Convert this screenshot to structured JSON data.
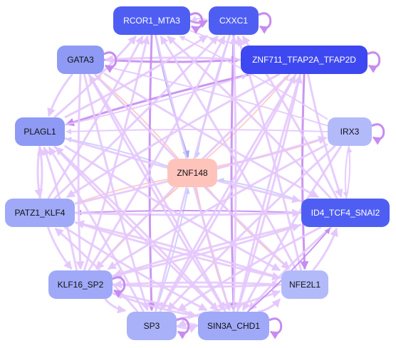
{
  "colors": {
    "edge_strong": "#c78bf0",
    "edge_light": "#e4c8fc",
    "edge_blue": "#9aa8f5",
    "edge_pale_blue": "#c6cdfa",
    "edge_peach": "#ffc8c4",
    "edge_orange": "#fdbfa8",
    "text_dark": "#111111",
    "text_light": "#ffffff"
  },
  "nodes": [
    {
      "id": "RCOR1_MTA3",
      "label": "RCOR1_MTA3",
      "fill": "#4f5ef2",
      "text": "light"
    },
    {
      "id": "CXXC1",
      "label": "CXXC1",
      "fill": "#4f5ef2",
      "text": "light"
    },
    {
      "id": "GATA3",
      "label": "GATA3",
      "fill": "#8f9af5",
      "text": "dark"
    },
    {
      "id": "ZNF711",
      "label": "ZNF711_TFAP2A_TFAP2D",
      "fill": "#3e48f0",
      "text": "light"
    },
    {
      "id": "PLAGL1",
      "label": "PLAGL1",
      "fill": "#8f9af5",
      "text": "dark"
    },
    {
      "id": "IRX3",
      "label": "IRX3",
      "fill": "#b3baf9",
      "text": "dark"
    },
    {
      "id": "ZNF148",
      "label": "ZNF148",
      "fill": "#fec4bc",
      "text": "dark"
    },
    {
      "id": "PATZ1_KLF4",
      "label": "PATZ1_KLF4",
      "fill": "#a0a9f7",
      "text": "dark"
    },
    {
      "id": "ID4",
      "label": "ID4_TCF4_SNAI2",
      "fill": "#4f5ef2",
      "text": "light"
    },
    {
      "id": "KLF16_SP2",
      "label": "KLF16_SP2",
      "fill": "#a0a9f7",
      "text": "dark"
    },
    {
      "id": "NFE2L1",
      "label": "NFE2L1",
      "fill": "#b3baf9",
      "text": "dark"
    },
    {
      "id": "SP3",
      "label": "SP3",
      "fill": "#a9b1f8",
      "text": "dark"
    },
    {
      "id": "SIN3A_CHD1",
      "label": "SIN3A_CHD1",
      "fill": "#a0a9f7",
      "text": "dark"
    }
  ],
  "edges": [
    {
      "from": "RCOR1_MTA3",
      "to": "ZNF148",
      "color": "edge_blue",
      "w": 2.5
    },
    {
      "from": "CXXC1",
      "to": "ZNF148",
      "color": "edge_pale_blue",
      "w": 2
    },
    {
      "from": "ZNF148",
      "to": "GATA3",
      "color": "edge_peach",
      "w": 2
    },
    {
      "from": "ZNF148",
      "to": "ZNF711",
      "color": "edge_peach",
      "w": 2
    },
    {
      "from": "ZNF148",
      "to": "PLAGL1",
      "color": "edge_pale_blue",
      "w": 2
    },
    {
      "from": "ZNF148",
      "to": "IRX3",
      "color": "edge_peach",
      "w": 2.5
    },
    {
      "from": "ZNF148",
      "to": "PATZ1_KLF4",
      "color": "edge_peach",
      "w": 2
    },
    {
      "from": "ID4",
      "to": "ZNF148",
      "color": "edge_pale_blue",
      "w": 2
    },
    {
      "from": "ZNF148",
      "to": "KLF16_SP2",
      "color": "edge_orange",
      "w": 2
    },
    {
      "from": "ZNF148",
      "to": "NFE2L1",
      "color": "edge_orange",
      "w": 2
    },
    {
      "from": "SP3",
      "to": "ZNF148",
      "color": "edge_pale_blue",
      "w": 2
    },
    {
      "from": "ZNF148",
      "to": "SIN3A_CHD1",
      "color": "edge_orange",
      "w": 2
    },
    {
      "from": "RCOR1_MTA3",
      "to": "CXXC1",
      "color": "edge_strong",
      "w": 3
    },
    {
      "from": "CXXC1",
      "to": "RCOR1_MTA3",
      "color": "edge_light",
      "w": 2
    },
    {
      "from": "GATA3",
      "to": "ZNF711",
      "color": "edge_strong",
      "w": 3
    },
    {
      "from": "ZNF711",
      "to": "GATA3",
      "color": "edge_light",
      "w": 3
    },
    {
      "from": "RCOR1_MTA3",
      "to": "ZNF711",
      "color": "edge_light",
      "w": 2
    },
    {
      "from": "ZNF711",
      "to": "PLAGL1",
      "color": "edge_strong",
      "w": 3
    },
    {
      "from": "PLAGL1",
      "to": "ZNF711",
      "color": "edge_light",
      "w": 2
    },
    {
      "from": "ID4",
      "to": "PATZ1_KLF4",
      "color": "edge_strong",
      "w": 2
    },
    {
      "from": "PATZ1_KLF4",
      "to": "ID4",
      "color": "edge_light",
      "w": 3
    },
    {
      "from": "ID4",
      "to": "IRX3",
      "color": "edge_light",
      "w": 2
    },
    {
      "from": "IRX3",
      "to": "ID4",
      "color": "edge_light",
      "w": 2
    },
    {
      "from": "GATA3",
      "to": "PLAGL1",
      "color": "edge_light",
      "w": 3
    },
    {
      "from": "PLAGL1",
      "to": "PATZ1_KLF4",
      "color": "edge_light",
      "w": 3
    },
    {
      "from": "PATZ1_KLF4",
      "to": "PLAGL1",
      "color": "edge_light",
      "w": 3
    },
    {
      "from": "PATZ1_KLF4",
      "to": "KLF16_SP2",
      "color": "edge_light",
      "w": 3
    },
    {
      "from": "KLF16_SP2",
      "to": "SP3",
      "color": "edge_light",
      "w": 3
    },
    {
      "from": "SP3",
      "to": "SIN3A_CHD1",
      "color": "edge_light",
      "w": 3
    },
    {
      "from": "SIN3A_CHD1",
      "to": "SP3",
      "color": "edge_light",
      "w": 3
    },
    {
      "from": "SIN3A_CHD1",
      "to": "NFE2L1",
      "color": "edge_light",
      "w": 3
    },
    {
      "from": "NFE2L1",
      "to": "ID4",
      "color": "edge_light",
      "w": 3
    },
    {
      "from": "RCOR1_MTA3",
      "to": "SP3",
      "color": "edge_strong",
      "w": 3
    },
    {
      "from": "CXXC1",
      "to": "SIN3A_CHD1",
      "color": "edge_strong",
      "w": 3
    },
    {
      "from": "CXXC1",
      "to": "SP3",
      "color": "edge_light",
      "w": 3
    },
    {
      "from": "RCOR1_MTA3",
      "to": "SIN3A_CHD1",
      "color": "edge_light",
      "w": 3
    },
    {
      "from": "ZNF711",
      "to": "NFE2L1",
      "color": "edge_strong",
      "w": 3
    },
    {
      "from": "ZNF711",
      "to": "SIN3A_CHD1",
      "color": "edge_light",
      "w": 3
    },
    {
      "from": "ZNF711",
      "to": "KLF16_SP2",
      "color": "edge_light",
      "w": 3
    },
    {
      "from": "ZNF711",
      "to": "SP3",
      "color": "edge_light",
      "w": 3
    },
    {
      "from": "ZNF711",
      "to": "PATZ1_KLF4",
      "color": "edge_light",
      "w": 3
    },
    {
      "from": "ZNF711",
      "to": "ID4",
      "color": "edge_light",
      "w": 3
    },
    {
      "from": "GATA3",
      "to": "SIN3A_CHD1",
      "color": "edge_light",
      "w": 3
    },
    {
      "from": "GATA3",
      "to": "SP3",
      "color": "edge_light",
      "w": 3
    },
    {
      "from": "GATA3",
      "to": "NFE2L1",
      "color": "edge_light",
      "w": 3
    },
    {
      "from": "GATA3",
      "to": "KLF16_SP2",
      "color": "edge_light",
      "w": 3
    },
    {
      "from": "GATA3",
      "to": "ID4",
      "color": "edge_light",
      "w": 3
    },
    {
      "from": "IRX3",
      "to": "GATA3",
      "color": "edge_light",
      "w": 2
    },
    {
      "from": "IRX3",
      "to": "KLF16_SP2",
      "color": "edge_light",
      "w": 3
    },
    {
      "from": "IRX3",
      "to": "SP3",
      "color": "edge_light",
      "w": 3
    },
    {
      "from": "IRX3",
      "to": "SIN3A_CHD1",
      "color": "edge_light",
      "w": 3
    },
    {
      "from": "IRX3",
      "to": "PLAGL1",
      "color": "edge_light",
      "w": 2
    },
    {
      "from": "IRX3",
      "to": "RCOR1_MTA3",
      "color": "edge_light",
      "w": 2
    },
    {
      "from": "PLAGL1",
      "to": "NFE2L1",
      "color": "edge_light",
      "w": 3
    },
    {
      "from": "PLAGL1",
      "to": "SIN3A_CHD1",
      "color": "edge_light",
      "w": 3
    },
    {
      "from": "PLAGL1",
      "to": "ID4",
      "color": "edge_light",
      "w": 3
    },
    {
      "from": "PLAGL1",
      "to": "CXXC1",
      "color": "edge_light",
      "w": 3
    },
    {
      "from": "PLAGL1",
      "to": "RCOR1_MTA3",
      "color": "edge_light",
      "w": 3
    },
    {
      "from": "PATZ1_KLF4",
      "to": "NFE2L1",
      "color": "edge_light",
      "w": 3
    },
    {
      "from": "PATZ1_KLF4",
      "to": "SIN3A_CHD1",
      "color": "edge_light",
      "w": 3
    },
    {
      "from": "PATZ1_KLF4",
      "to": "CXXC1",
      "color": "edge_light",
      "w": 3
    },
    {
      "from": "PATZ1_KLF4",
      "to": "RCOR1_MTA3",
      "color": "edge_light",
      "w": 3
    },
    {
      "from": "PATZ1_KLF4",
      "to": "IRX3",
      "color": "edge_light",
      "w": 3
    },
    {
      "from": "KLF16_SP2",
      "to": "ID4",
      "color": "edge_light",
      "w": 3
    },
    {
      "from": "KLF16_SP2",
      "to": "CXXC1",
      "color": "edge_light",
      "w": 3
    },
    {
      "from": "KLF16_SP2",
      "to": "RCOR1_MTA3",
      "color": "edge_light",
      "w": 3
    },
    {
      "from": "KLF16_SP2",
      "to": "NFE2L1",
      "color": "edge_light",
      "w": 3
    },
    {
      "from": "KLF16_SP2",
      "to": "SIN3A_CHD1",
      "color": "edge_light",
      "w": 3
    },
    {
      "from": "KLF16_SP2",
      "to": "PLAGL1",
      "color": "edge_light",
      "w": 3
    },
    {
      "from": "ID4",
      "to": "RCOR1_MTA3",
      "color": "edge_light",
      "w": 3
    },
    {
      "from": "ID4",
      "to": "CXXC1",
      "color": "edge_light",
      "w": 3
    },
    {
      "from": "ID4",
      "to": "SP3",
      "color": "edge_light",
      "w": 3
    },
    {
      "from": "ID4",
      "to": "KLF16_SP2",
      "color": "edge_light",
      "w": 3
    },
    {
      "from": "ID4",
      "to": "SIN3A_CHD1",
      "color": "edge_light",
      "w": 3
    },
    {
      "from": "NFE2L1",
      "to": "RCOR1_MTA3",
      "color": "edge_light",
      "w": 3
    },
    {
      "from": "NFE2L1",
      "to": "CXXC1",
      "color": "edge_light",
      "w": 3
    },
    {
      "from": "NFE2L1",
      "to": "PATZ1_KLF4",
      "color": "edge_light",
      "w": 3
    },
    {
      "from": "NFE2L1",
      "to": "KLF16_SP2",
      "color": "edge_light",
      "w": 3
    },
    {
      "from": "SP3",
      "to": "NFE2L1",
      "color": "edge_light",
      "w": 3
    },
    {
      "from": "SP3",
      "to": "PLAGL1",
      "color": "edge_light",
      "w": 3
    },
    {
      "from": "SP3",
      "to": "PATZ1_KLF4",
      "color": "edge_light",
      "w": 3
    },
    {
      "from": "SP3",
      "to": "ZNF711",
      "color": "edge_light",
      "w": 3
    },
    {
      "from": "SIN3A_CHD1",
      "to": "GATA3",
      "color": "edge_light",
      "w": 3
    },
    {
      "from": "SIN3A_CHD1",
      "to": "PLAGL1",
      "color": "edge_light",
      "w": 3
    },
    {
      "from": "SIN3A_CHD1",
      "to": "KLF16_SP2",
      "color": "edge_light",
      "w": 3
    },
    {
      "from": "SIN3A_CHD1",
      "to": "ZNF711",
      "color": "edge_light",
      "w": 3
    },
    {
      "from": "SIN3A_CHD1",
      "to": "CXXC1",
      "color": "edge_light",
      "w": 3
    },
    {
      "from": "SIN3A_CHD1",
      "to": "ID4",
      "color": "edge_strong",
      "w": 2
    }
  ],
  "self_loops": [
    "RCOR1_MTA3",
    "CXXC1",
    "ZNF711",
    "IRX3",
    "SIN3A_CHD1",
    "SP3",
    "GATA3",
    "KLF16_SP2"
  ]
}
